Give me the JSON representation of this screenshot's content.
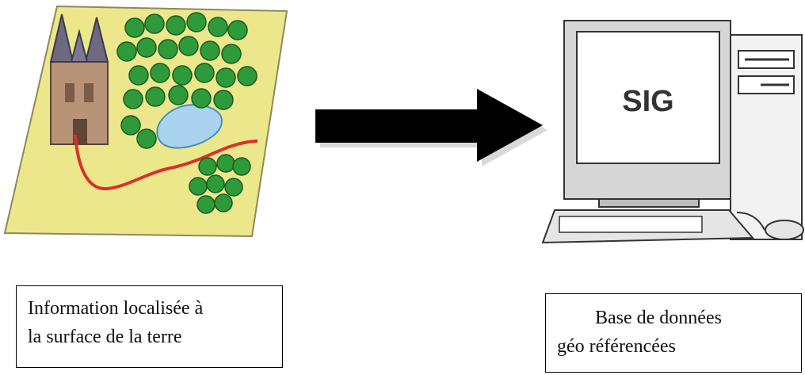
{
  "left": {
    "caption_line1": "Information localisée à",
    "caption_line2": "la surface de la terre"
  },
  "right": {
    "screen_label": "SIG",
    "caption_line1": "Base de données",
    "caption_line2": "géo référencées"
  },
  "colors": {
    "map_fill": "#ede78c",
    "tree_green": "#2e9a3a",
    "lake_blue": "#a9d3ef",
    "road_red": "#d8322a",
    "arrow_black": "#000000"
  }
}
